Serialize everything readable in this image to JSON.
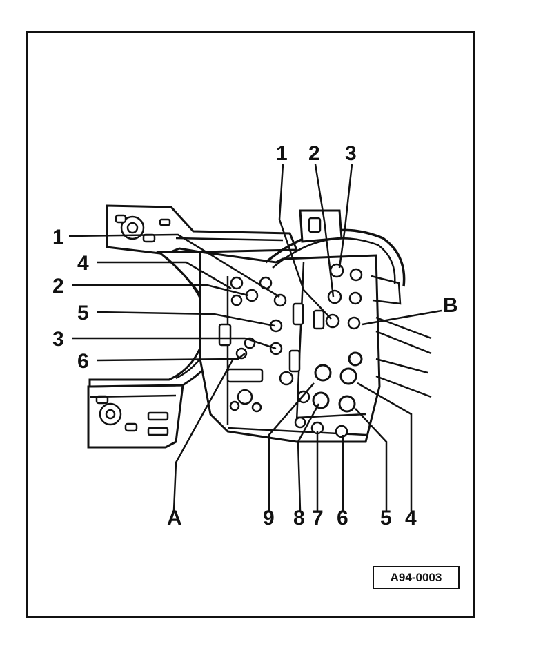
{
  "diagram": {
    "left_callouts": [
      "1",
      "4",
      "2",
      "5",
      "3",
      "6"
    ],
    "top_callouts": [
      "1",
      "2",
      "3"
    ],
    "bottom_callouts": [
      "A",
      "9",
      "8",
      "7",
      "6",
      "5",
      "4"
    ],
    "side_callout_b": "B",
    "reference_code": "A94-0003"
  }
}
